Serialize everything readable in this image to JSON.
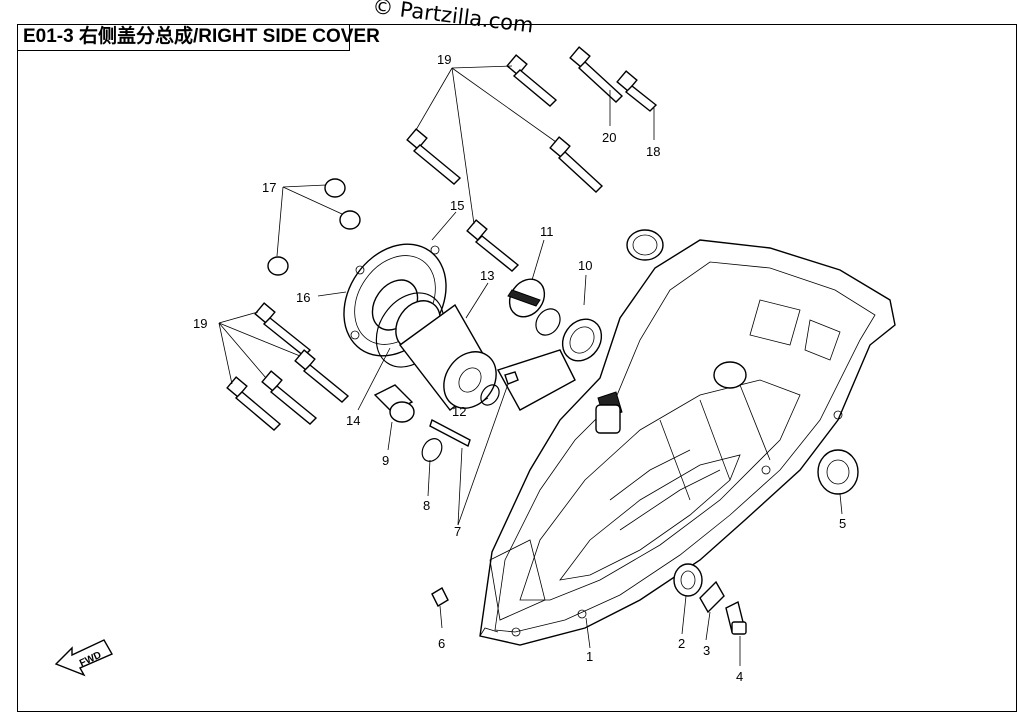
{
  "header": {
    "title": "E01-3 右侧盖分总成/RIGHT SIDE COVER",
    "watermark": "© Partzilla.com"
  },
  "direction_arrow": {
    "label": "FWD"
  },
  "callouts": [
    {
      "id": "c1",
      "label": "1"
    },
    {
      "id": "c2",
      "label": "2"
    },
    {
      "id": "c3",
      "label": "3"
    },
    {
      "id": "c4",
      "label": "4"
    },
    {
      "id": "c5",
      "label": "5"
    },
    {
      "id": "c6",
      "label": "6"
    },
    {
      "id": "c7",
      "label": "7"
    },
    {
      "id": "c8",
      "label": "8"
    },
    {
      "id": "c9",
      "label": "9"
    },
    {
      "id": "c10",
      "label": "10"
    },
    {
      "id": "c11",
      "label": "11"
    },
    {
      "id": "c12",
      "label": "12"
    },
    {
      "id": "c13",
      "label": "13"
    },
    {
      "id": "c14",
      "label": "14"
    },
    {
      "id": "c15",
      "label": "15"
    },
    {
      "id": "c16",
      "label": "16"
    },
    {
      "id": "c17",
      "label": "17"
    },
    {
      "id": "c18",
      "label": "18"
    },
    {
      "id": "c19a",
      "label": "19"
    },
    {
      "id": "c19b",
      "label": "19"
    },
    {
      "id": "c20",
      "label": "20"
    }
  ]
}
